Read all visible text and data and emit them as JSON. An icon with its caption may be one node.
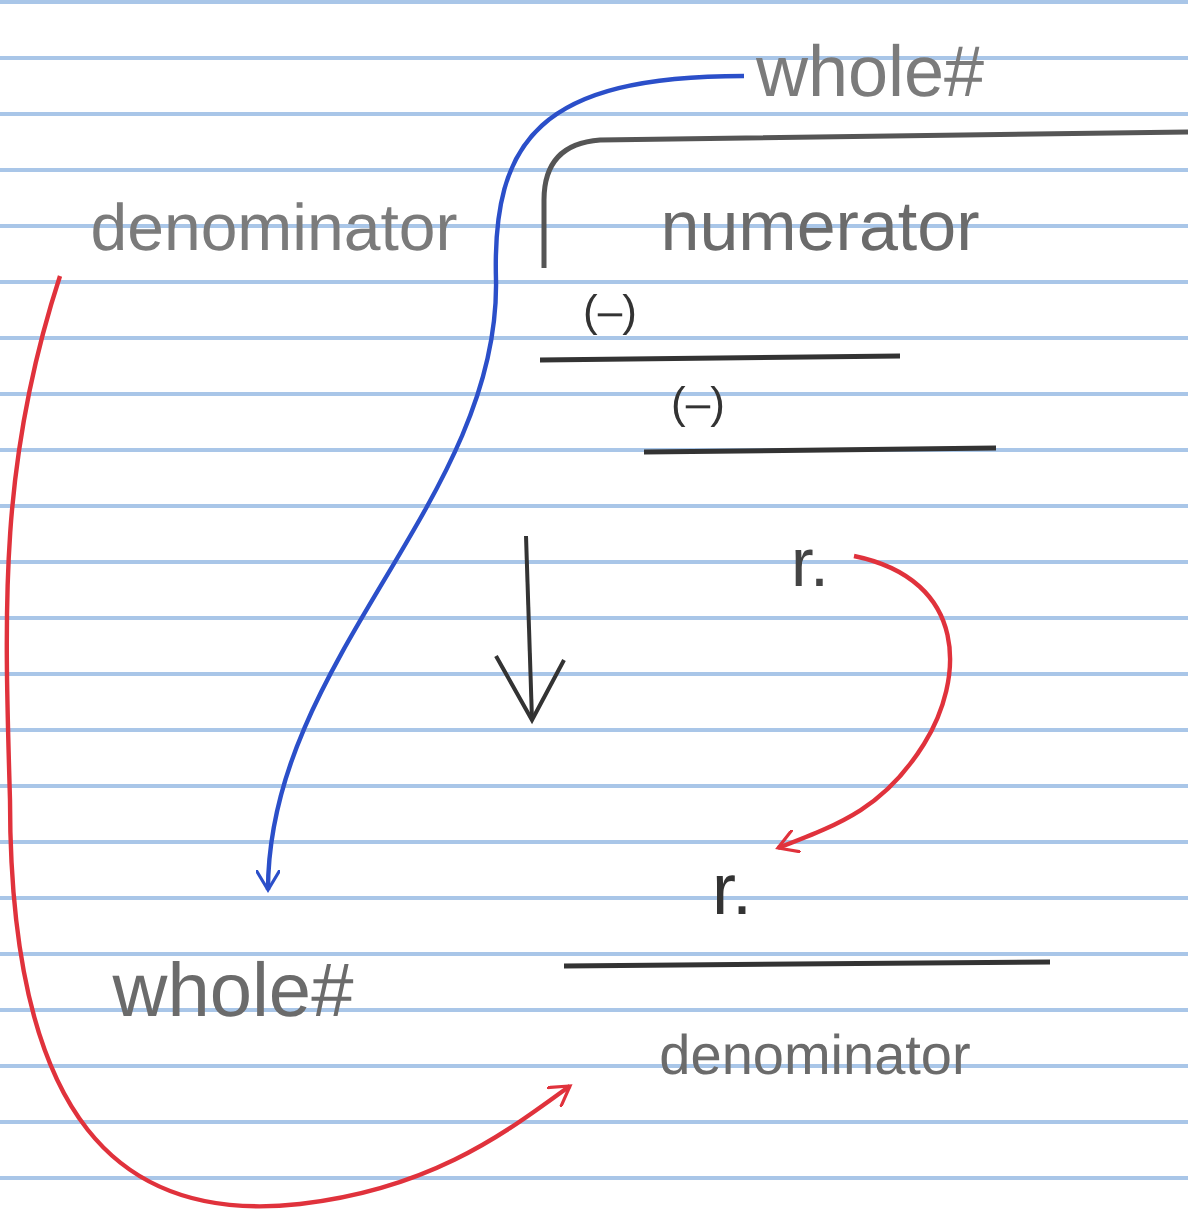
{
  "diagram": {
    "nodes": [
      {
        "text": [
          "whole#"
        ]
      },
      {
        "text": [
          "denominator"
        ]
      },
      {
        "text": [
          "numerator"
        ]
      },
      {
        "text": [
          "(–)"
        ]
      },
      {
        "text": [
          "(–)"
        ]
      },
      {
        "text": [
          "r."
        ]
      },
      {
        "text": [
          "whole#"
        ]
      },
      {
        "text": [
          "r."
        ]
      },
      {
        "text": [
          "denominator"
        ]
      }
    ],
    "edges": [
      {
        "from": 0,
        "to": 6,
        "arrow": "to",
        "color": "#2b4fc9"
      },
      {
        "from": 1,
        "to": 8,
        "arrow": "to"
      },
      {
        "from": 5,
        "to": 7,
        "arrow": "to"
      }
    ]
  }
}
